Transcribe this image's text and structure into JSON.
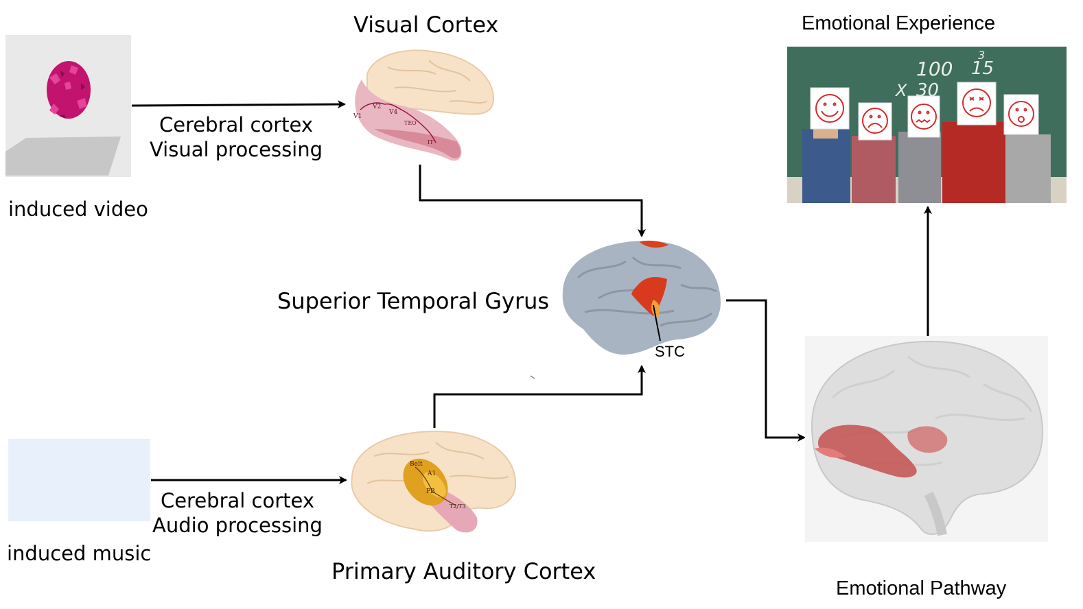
{
  "nodes": {
    "visual_cortex": {
      "title": "Visual Cortex",
      "areas": [
        "V1",
        "V2",
        "V4",
        "TEO",
        "IT"
      ]
    },
    "emotional_experience": {
      "title": "Emotional Experience",
      "board_numbers": [
        "100",
        "3",
        "15",
        "X",
        "30"
      ]
    },
    "induced_video": {
      "label": "induced video"
    },
    "induced_music": {
      "label": "induced music"
    },
    "superior_temporal_gyrus": {
      "title": "Superior Temporal Gyrus",
      "marker": "STC"
    },
    "primary_auditory_cortex": {
      "title": "Primary Auditory Cortex",
      "areas": [
        "Belt",
        "A1",
        "PB",
        "T2/T3"
      ]
    },
    "emotional_pathway": {
      "title": "Emotional Pathway"
    }
  },
  "edges": {
    "video_to_visual": {
      "line1": "Cerebral cortex",
      "line2": "Visual processing"
    },
    "music_to_auditory": {
      "line1": "Cerebral cortex",
      "line2": "Audio processing"
    }
  },
  "colors": {
    "arrow": "#000000",
    "cortex_skin": "#f7e2c8",
    "visual_stream": "#d88a9a",
    "auditory_areas": "#e0a020",
    "brain_gray": "#a9b4c2",
    "activation": "#d93a1e",
    "chalkboard": "#3e6b5a",
    "waveform": "#8f6ae0",
    "glass_brain": "#dcdcdc",
    "limbic": "#c45050"
  },
  "icons": [
    "magenta-blob-icon",
    "waveform-icon",
    "chalkboard-photo",
    "glass-brain-icon"
  ]
}
